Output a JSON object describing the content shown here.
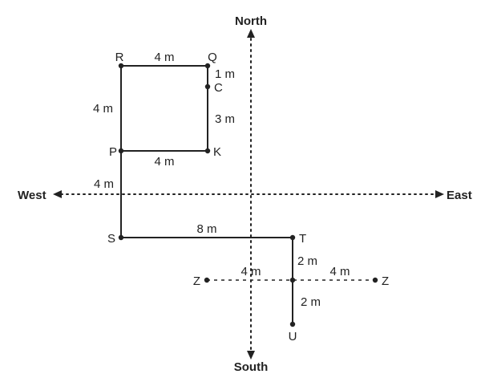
{
  "directions": {
    "north": "North",
    "south": "South",
    "east": "East",
    "west": "West"
  },
  "points": {
    "R": "R",
    "Q": "Q",
    "C": "C",
    "P": "P",
    "K": "K",
    "S": "S",
    "T": "T",
    "U": "U",
    "Z_left": "Z",
    "Z_right": "Z"
  },
  "distances": {
    "RQ": "4 m",
    "QC": "1 m",
    "CK": "3 m",
    "RP": "4 m",
    "PK": "4 m",
    "PS": "4 m",
    "ST": "8 m",
    "T_mid": "2 m",
    "mid_U": "2 m",
    "Zleft_mid": "4 m",
    "mid_Zright": "4 m"
  }
}
